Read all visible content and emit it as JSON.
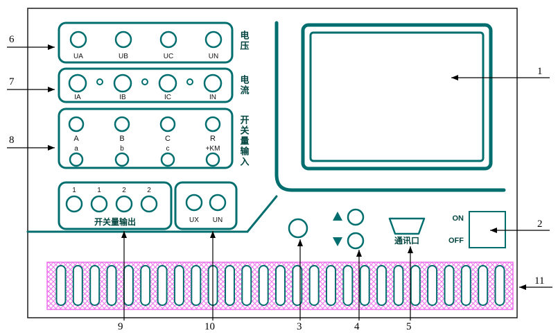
{
  "colors": {
    "line": "#006e6e",
    "hatch": "#ee6fee",
    "ink": "#000000"
  },
  "voltage_group": {
    "label": "电压",
    "terminals": [
      "UA",
      "UB",
      "UC",
      "UN"
    ]
  },
  "current_group": {
    "label": "电流",
    "terminals": [
      "IA",
      "IB",
      "IC",
      "IN"
    ]
  },
  "switch_input_group": {
    "label": "开关量输入",
    "top_row": [
      "A",
      "B",
      "C",
      "R"
    ],
    "bottom_row": [
      "a",
      "b",
      "c",
      "+KM"
    ]
  },
  "switch_output_group": {
    "label": "开关量输出",
    "channel_labels": [
      "1",
      "1",
      "2",
      "2"
    ]
  },
  "aux_group": {
    "terminals": [
      "UX",
      "UN"
    ]
  },
  "comm_port": {
    "label": "通讯口"
  },
  "power_switch": {
    "on_label": "ON",
    "off_label": "OFF"
  },
  "callouts": {
    "screen": "1",
    "power_switch": "2",
    "function_button": "3",
    "arrow_buttons": "4",
    "comm_port": "5",
    "voltage_terminals": "6",
    "current_terminals": "7",
    "switch_input": "8",
    "switch_output": "9",
    "aux_terminals": "10",
    "vent": "11"
  },
  "vent": {
    "slot_count": 27
  }
}
